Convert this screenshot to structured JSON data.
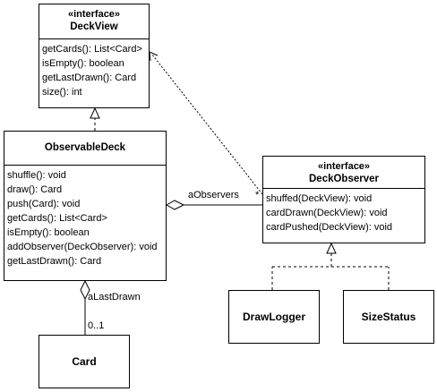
{
  "deckview": {
    "stereotype": "«interface»",
    "name": "DeckView",
    "ops": [
      "getCards(): List<Card>",
      "isEmpty(): boolean",
      "getLastDrawn(): Card",
      "size(): int"
    ]
  },
  "observabledeck": {
    "name": "ObservableDeck",
    "ops": [
      "shuffle(): void",
      "draw(): Card",
      "push(Card): void",
      "getCards(): List<Card>",
      "isEmpty(): boolean",
      "addObserver(DeckObserver): void",
      "getLastDrawn(): Card"
    ]
  },
  "deckobserver": {
    "stereotype": "«interface»",
    "name": "DeckObserver",
    "ops": [
      "shuffed(DeckView): void",
      "cardDrawn(DeckView): void",
      "cardPushed(DeckView): void"
    ]
  },
  "card": {
    "name": "Card"
  },
  "drawlogger": {
    "name": "DrawLogger"
  },
  "sizestatus": {
    "name": "SizeStatus"
  },
  "labels": {
    "a_observers": "aObservers",
    "star": "*",
    "a_last_drawn": "aLastDrawn",
    "multiplicity": "0..1"
  }
}
